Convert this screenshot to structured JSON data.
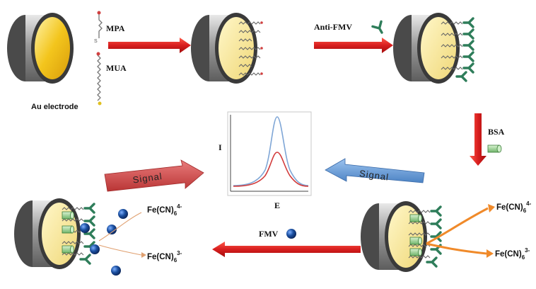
{
  "labels": {
    "mpa": "MPA",
    "mua": "MUA",
    "au_electrode": "Au electrode",
    "anti_fmv": "Anti-FMV",
    "bsa": "BSA",
    "fmv": "FMV"
  },
  "plot": {
    "y_axis": "I",
    "x_axis": "E",
    "series_colors": [
      "#7fa6d6",
      "#d23b3b"
    ]
  },
  "signal_arrows": {
    "left_text": "Signal",
    "right_text": "Signal"
  },
  "redox": {
    "ferro_base": "Fe(CN)",
    "ferro_sub": "6",
    "ferro_sup": "4-",
    "ferri_base": "Fe(CN)",
    "ferri_sub": "6",
    "ferri_sup": "3-"
  },
  "colors": {
    "process_arrow": "#d81e1e",
    "electrode_gold": "#f1c21b",
    "antibody": "#2e7d5a",
    "bsa": "#8fcf8a",
    "fmv_particle": "#1b4fa0"
  }
}
